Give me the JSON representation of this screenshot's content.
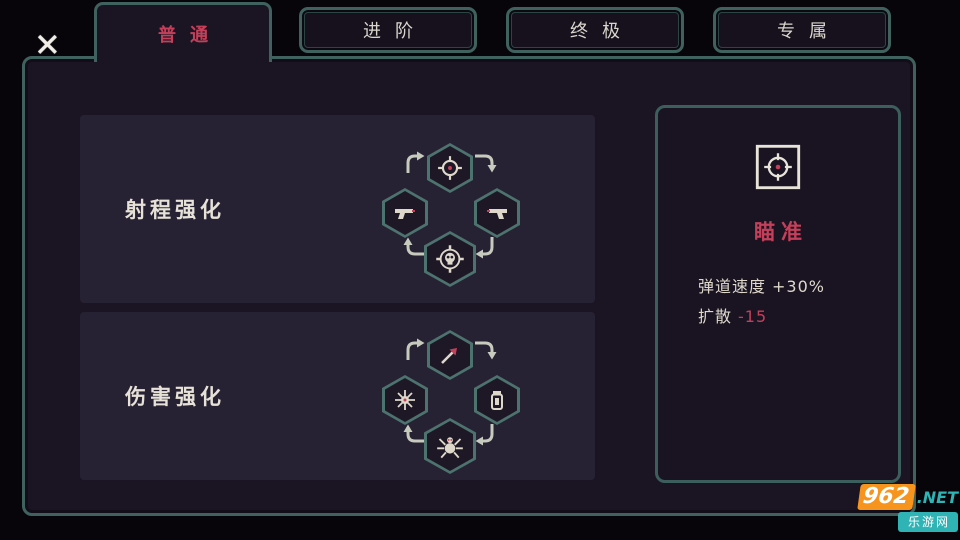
{
  "window": {
    "close_label": "✕"
  },
  "tabs": [
    {
      "label": "普通",
      "active": true
    },
    {
      "label": "进阶",
      "active": false
    },
    {
      "label": "终极",
      "active": false
    },
    {
      "label": "专属",
      "active": false
    }
  ],
  "sections": [
    {
      "title": "射程强化",
      "icons": [
        "crosshair",
        "pistol",
        "revolver",
        "skull-target"
      ]
    },
    {
      "title": "伤害强化",
      "icons": [
        "arrow",
        "spike-ball",
        "canister",
        "spider"
      ]
    }
  ],
  "detail": {
    "name": "瞄准",
    "icon": "crosshair-square",
    "stats": [
      {
        "label": "弹道速度",
        "value": "+30%"
      },
      {
        "label": "扩散",
        "value": "-15"
      }
    ]
  },
  "watermark": {
    "number": "962",
    "suffix": ".NET",
    "site": "乐游网"
  },
  "colors": {
    "accent_red": "#c4405a",
    "border_teal": "#40625f",
    "panel_bg": "#1b1523",
    "section_bg": "#272134",
    "text_cream": "#ded9cc",
    "watermark_orange": "#f7941d",
    "watermark_teal": "#2fb3b5"
  }
}
